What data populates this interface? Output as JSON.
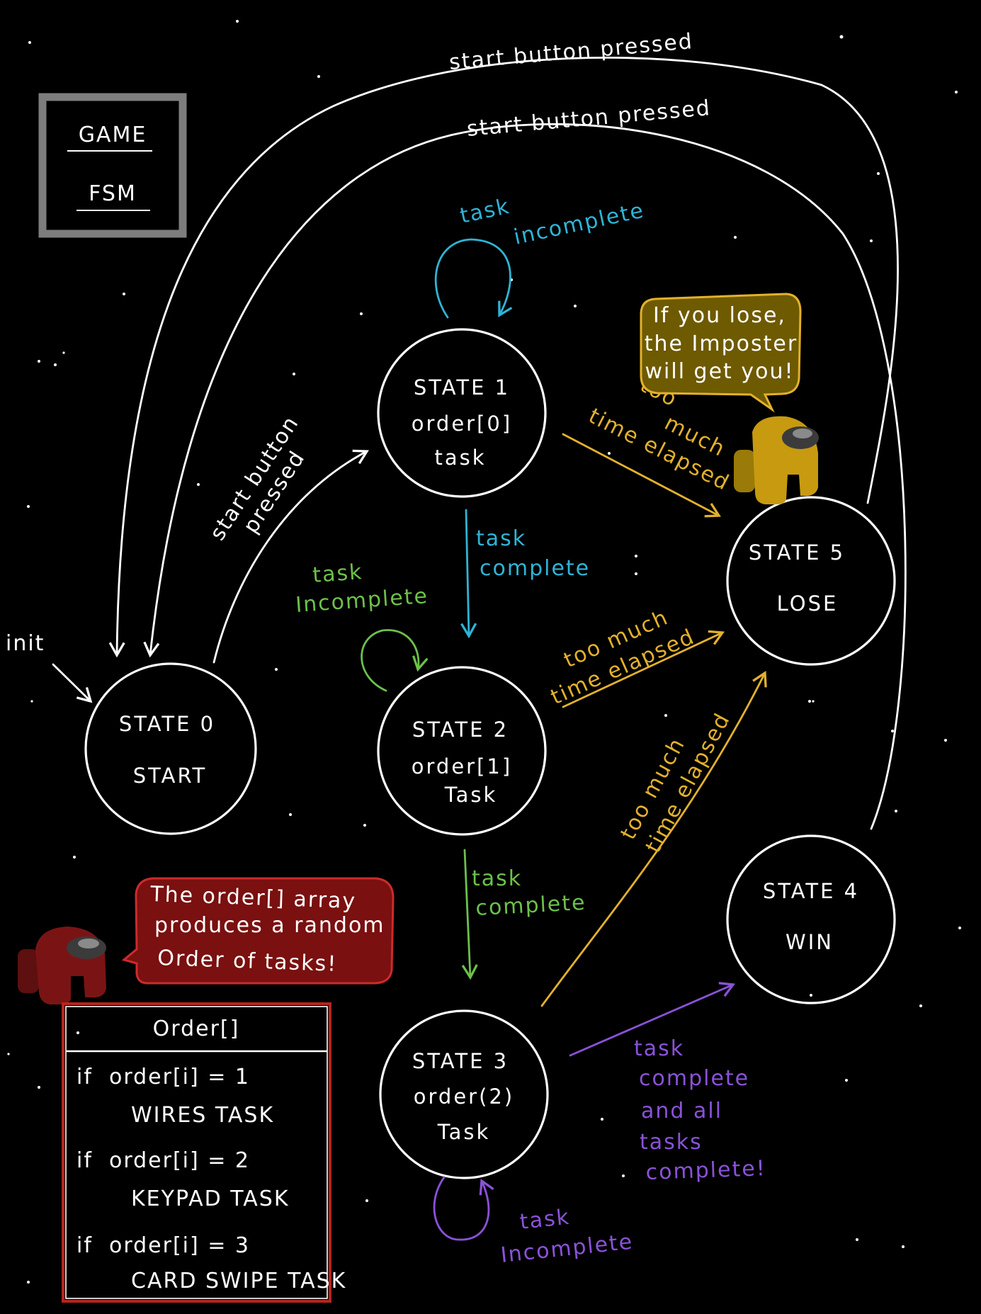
{
  "title": {
    "line1": "GAME",
    "line2": "FSM"
  },
  "colors": {
    "background": "#000000",
    "white": "#ffffff",
    "cyan": "#2fb4d6",
    "green": "#6cc14a",
    "yellow": "#e3b12c",
    "purple": "#8a52d8",
    "red_bubble": "#7a1010",
    "red_outline": "#cc2b2b",
    "gold_bubble": "#6e5a00",
    "gold_outline": "#e3b12c",
    "table_border": "#b3261e",
    "frame": "#7d7d7d"
  },
  "states": {
    "s0": {
      "l1": "STATE 0",
      "l2": "START",
      "l3": ""
    },
    "s1": {
      "l1": "STATE 1",
      "l2": "order[0]",
      "l3": "task"
    },
    "s2": {
      "l1": "STATE 2",
      "l2": "order[1]",
      "l3": "Task"
    },
    "s3": {
      "l1": "STATE 3",
      "l2": "order(2)",
      "l3": "Task"
    },
    "s4": {
      "l1": "STATE 4",
      "l2": "WIN",
      "l3": ""
    },
    "s5": {
      "l1": "STATE 5",
      "l2": "LOSE",
      "l3": ""
    }
  },
  "labels": {
    "init": "init",
    "start_outer": "start button pressed",
    "start_inner": "start button pressed",
    "start_s0_l1": "start button",
    "start_s0_l2": "pressed",
    "s1_self_l1": "task",
    "s1_self_l2": "incomplete",
    "s1_s2_l1": "task",
    "s1_s2_l2": "complete",
    "s2_self_l1": "task",
    "s2_self_l2": "Incomplete",
    "s2_s3_l1": "task",
    "s2_s3_l2": "complete",
    "s3_self_l1": "task",
    "s3_self_l2": "Incomplete",
    "s1_s5_l1": "too",
    "s1_s5_l2": "much",
    "s1_s5_l3": "time elapsed",
    "s2_s5_l1": "too much",
    "s2_s5_l2": "time elapsed",
    "s3_s5_l1": "too much",
    "s3_s5_l2": "time elapsed",
    "s3_s4_l1": "task",
    "s3_s4_l2": "complete",
    "s3_s4_l3": "and all",
    "s3_s4_l4": "tasks",
    "s3_s4_l5": "complete!"
  },
  "bubbles": {
    "imposter": {
      "l1": "If you lose,",
      "l2": "the Imposter",
      "l3": "will get you!"
    },
    "order": {
      "l1": "The order[] array",
      "l2": "produces a random",
      "l3": "Order of tasks!"
    }
  },
  "table": {
    "header": "Order[]",
    "rows": [
      {
        "cond": "if  order[i] = 1",
        "task": "WIRES TASK"
      },
      {
        "cond": "if  order[i] = 2",
        "task": "KEYPAD TASK"
      },
      {
        "cond": "if  order[i] = 3",
        "task": "CARD SWIPE TASK"
      }
    ]
  }
}
